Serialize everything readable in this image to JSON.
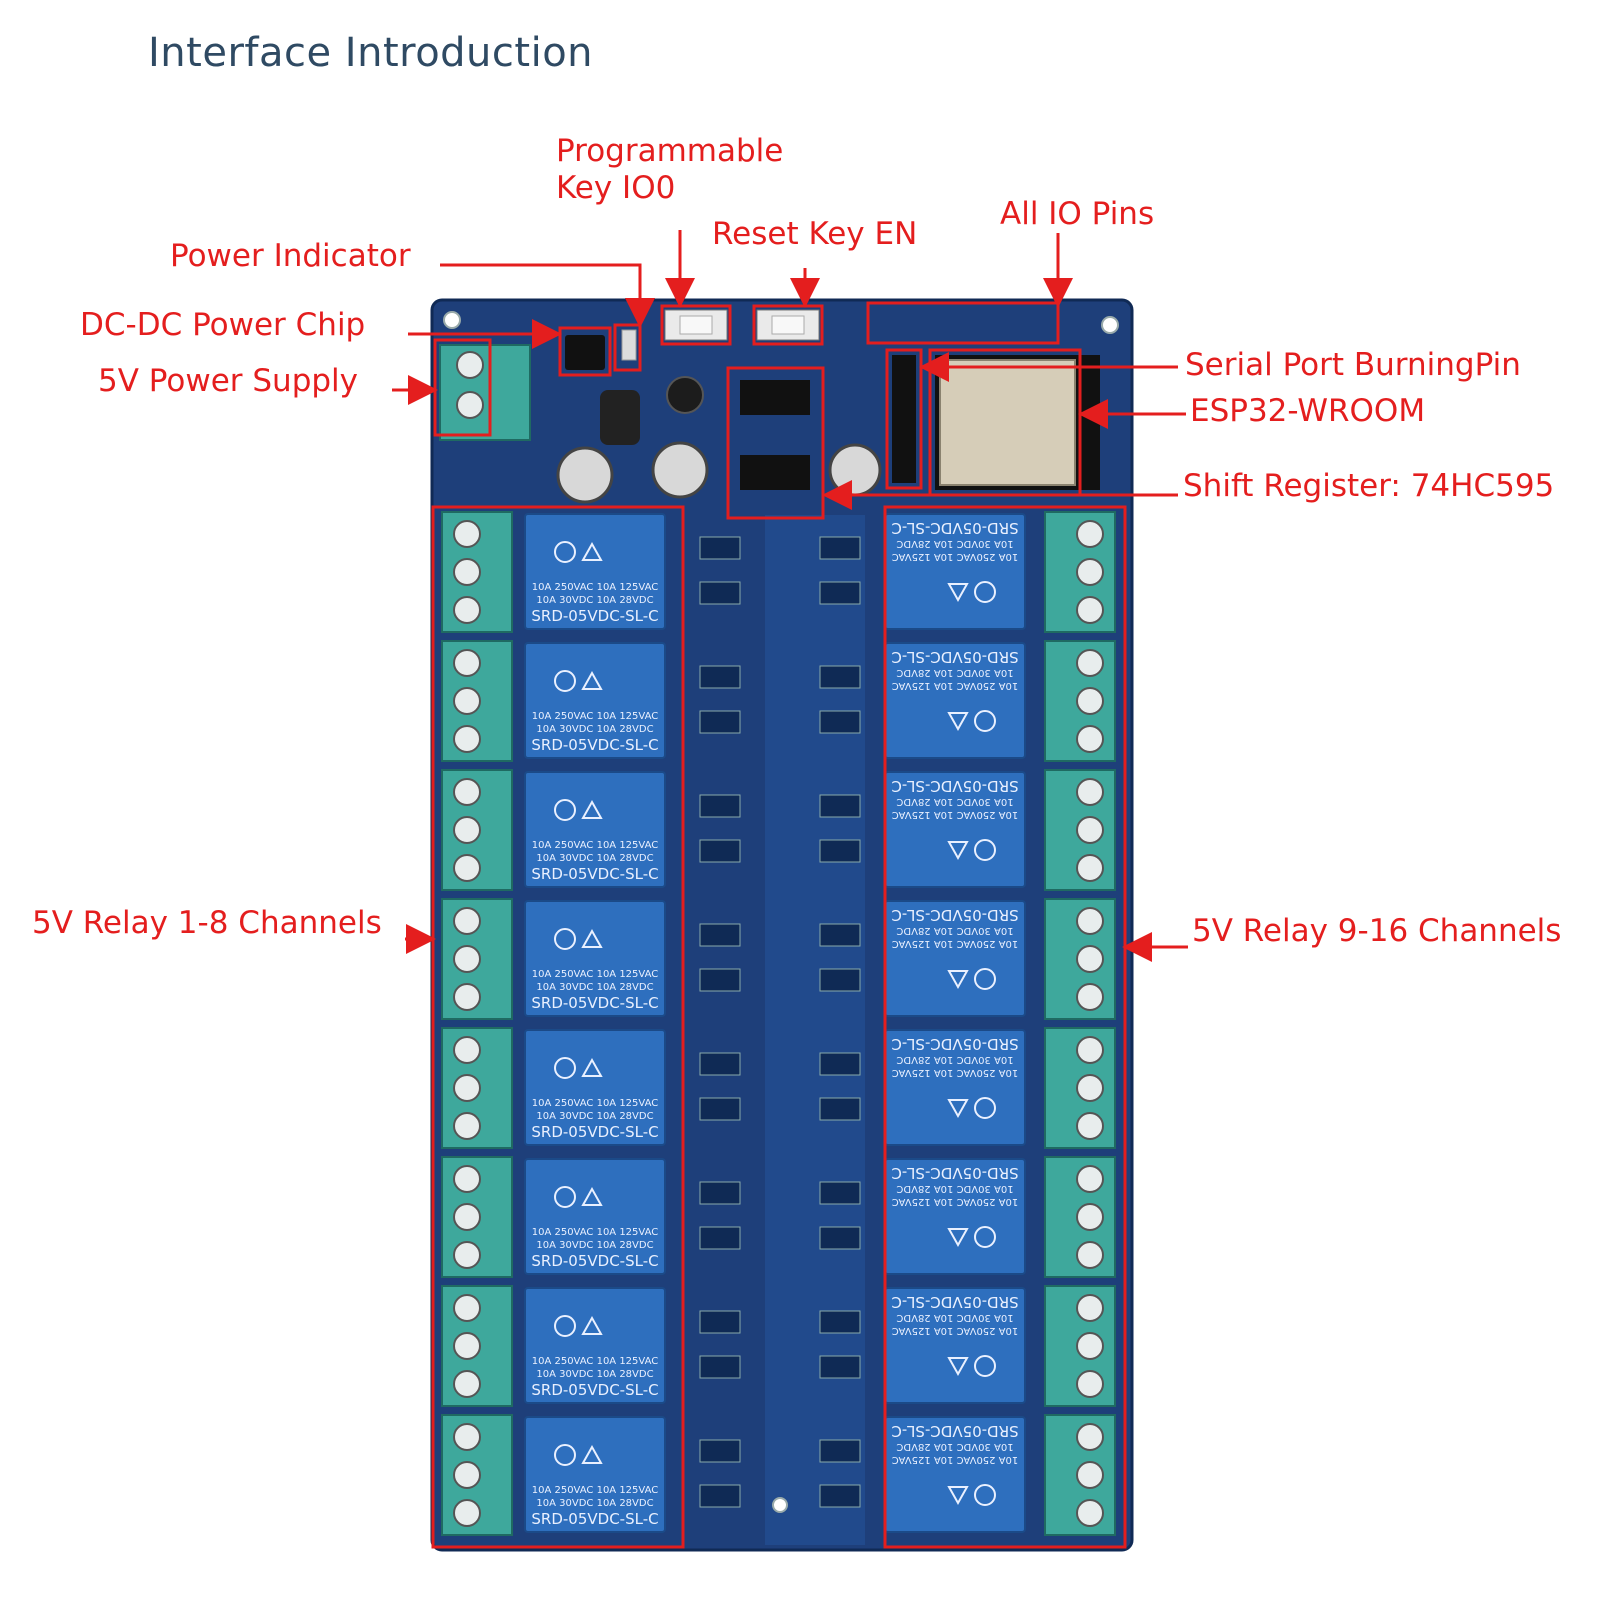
{
  "title": "Interface Introduction",
  "colors": {
    "label": "#e41e1e",
    "title": "#2f4a63",
    "pcb": "#1e3f7a",
    "terminal": "#3ea89c",
    "relay": "#2e6fbe"
  },
  "labels": {
    "programmable_key": "Programmable\nKey IO0",
    "reset_key": "Reset Key EN",
    "all_io_pins": "All IO Pins",
    "power_indicator": "Power Indicator",
    "dcdc_chip": "DC-DC Power Chip",
    "power_supply": "5V Power Supply",
    "serial_port": "Serial Port BurningPin",
    "esp32": "ESP32-WROOM",
    "shift_register": "Shift Register: 74HC595",
    "relay_left": "5V Relay 1-8 Channels",
    "relay_right": "5V Relay 9-16 Channels"
  },
  "relay_text": {
    "line1": "10A 250VAC  10A 125VAC",
    "line2": "10A  30VDC  10A  28VDC",
    "model": "SRD-05VDC-SL-C"
  },
  "relay_count_per_side": 8
}
